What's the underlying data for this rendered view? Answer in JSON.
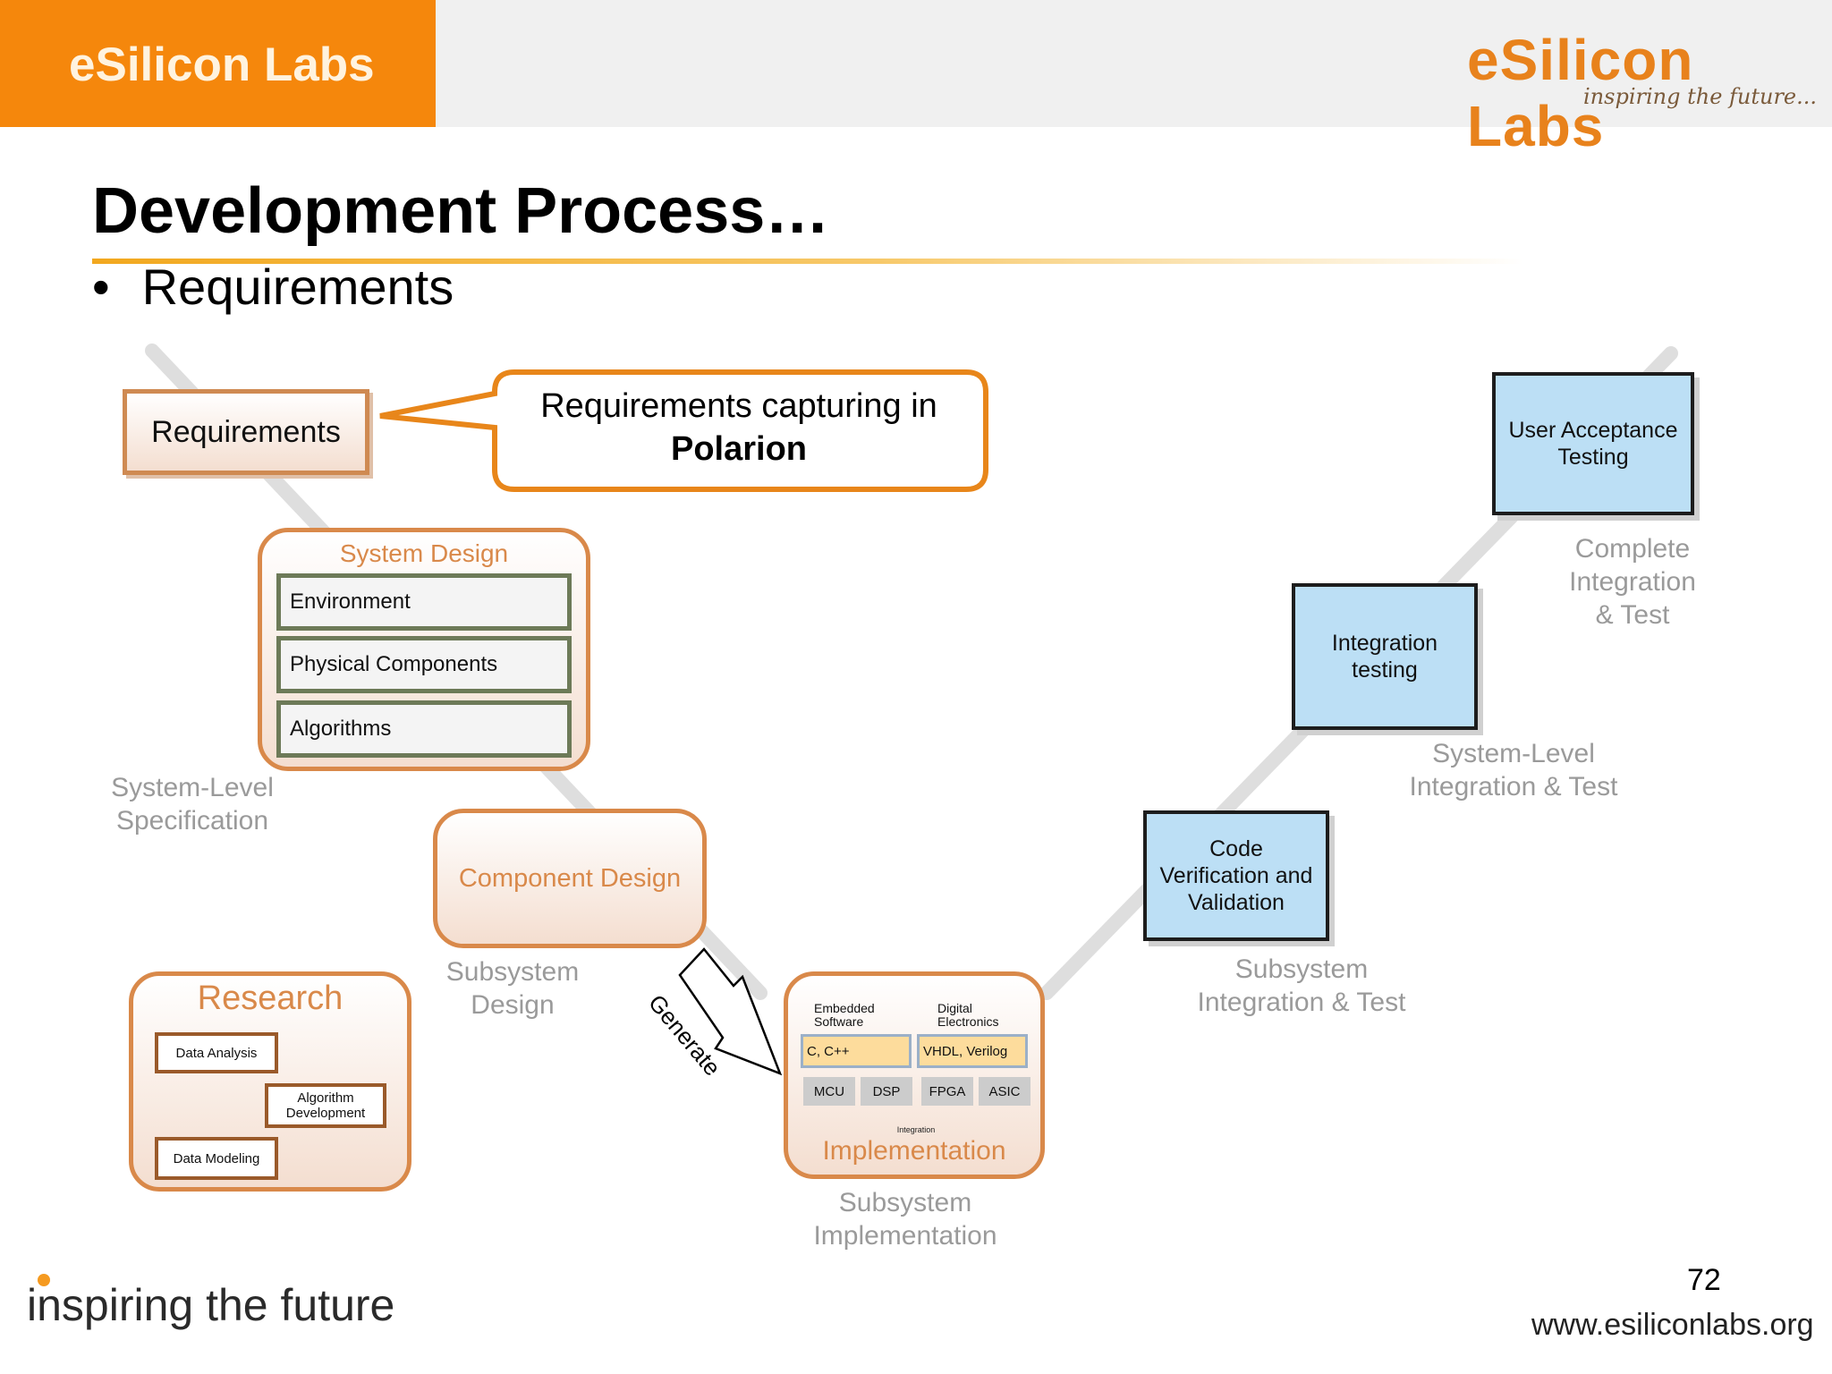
{
  "header": {
    "brand": "eSilicon Labs",
    "logo_text": "eSilicon Labs",
    "logo_tagline": "inspiring the future..."
  },
  "title": "Development Process…",
  "bullet": "Requirements",
  "requirements_box": "Requirements",
  "callout": {
    "line1": "Requirements capturing in",
    "line2": "Polarion"
  },
  "system_design": {
    "title": "System Design",
    "items": [
      "Environment",
      "Physical Components",
      "Algorithms"
    ]
  },
  "component_design": "Component Design",
  "research": {
    "title": "Research",
    "items": [
      "Data Analysis",
      "Algorithm Development",
      "Data Modeling"
    ]
  },
  "generate": "Generate",
  "implementation": {
    "col1_label": "Embedded Software",
    "col2_label": "Digital Electronics",
    "col1_lang": "C, C++",
    "col2_lang": "VHDL, Verilog",
    "chips": [
      "MCU",
      "DSP",
      "FPGA",
      "ASIC"
    ],
    "integration": "Integration",
    "title": "Implementation"
  },
  "stage_labels": {
    "system_spec": "System-Level Specification",
    "subsystem_design": "Subsystem Design",
    "subsystem_impl": "Subsystem Implementation",
    "subsystem_int": "Subsystem Integration & Test",
    "system_int": "System-Level Integration & Test",
    "complete_int": "Complete Integration & Test"
  },
  "test_boxes": {
    "code_verification": "Code Verification and Validation",
    "integration_testing": "Integration testing",
    "user_acceptance": "User Acceptance Testing"
  },
  "footer": {
    "slogan": "inspiring the future",
    "page_number": "72",
    "url": "www.esiliconlabs.org"
  },
  "colors": {
    "brand_orange": "#f5870c",
    "box_brown": "#d9894a",
    "test_blue": "#bcdff5",
    "frame_green": "#6d7a58"
  }
}
